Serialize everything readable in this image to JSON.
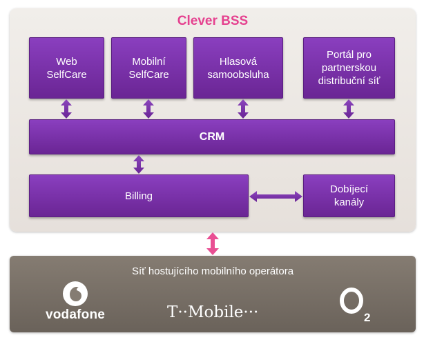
{
  "diagram": {
    "title": "Clever BSS",
    "boxes": {
      "web_selfcare": "Web\nSelfCare",
      "mobile_selfcare": "Mobilní\nSelfCare",
      "voice_selfservice": "Hlasová\nsamoobsluha",
      "partner_portal": "Portál pro\npartnerskou\ndistribuční síť",
      "crm": "CRM",
      "billing": "Billing",
      "topup_channels": "Dobíjecí\nkanály"
    },
    "operator": {
      "title": "Síť hostujícího mobilního operátora",
      "logos": {
        "vodafone": "vodafone",
        "tmobile": "T··Mobile···",
        "o2": "O2"
      }
    },
    "colors": {
      "box": "#7a32aa",
      "title": "#e5418f",
      "arrow": "#7b3aa8",
      "link_arrow": "#e94f93",
      "operator_band": "#786f66",
      "panel": "#ece7e2"
    }
  }
}
